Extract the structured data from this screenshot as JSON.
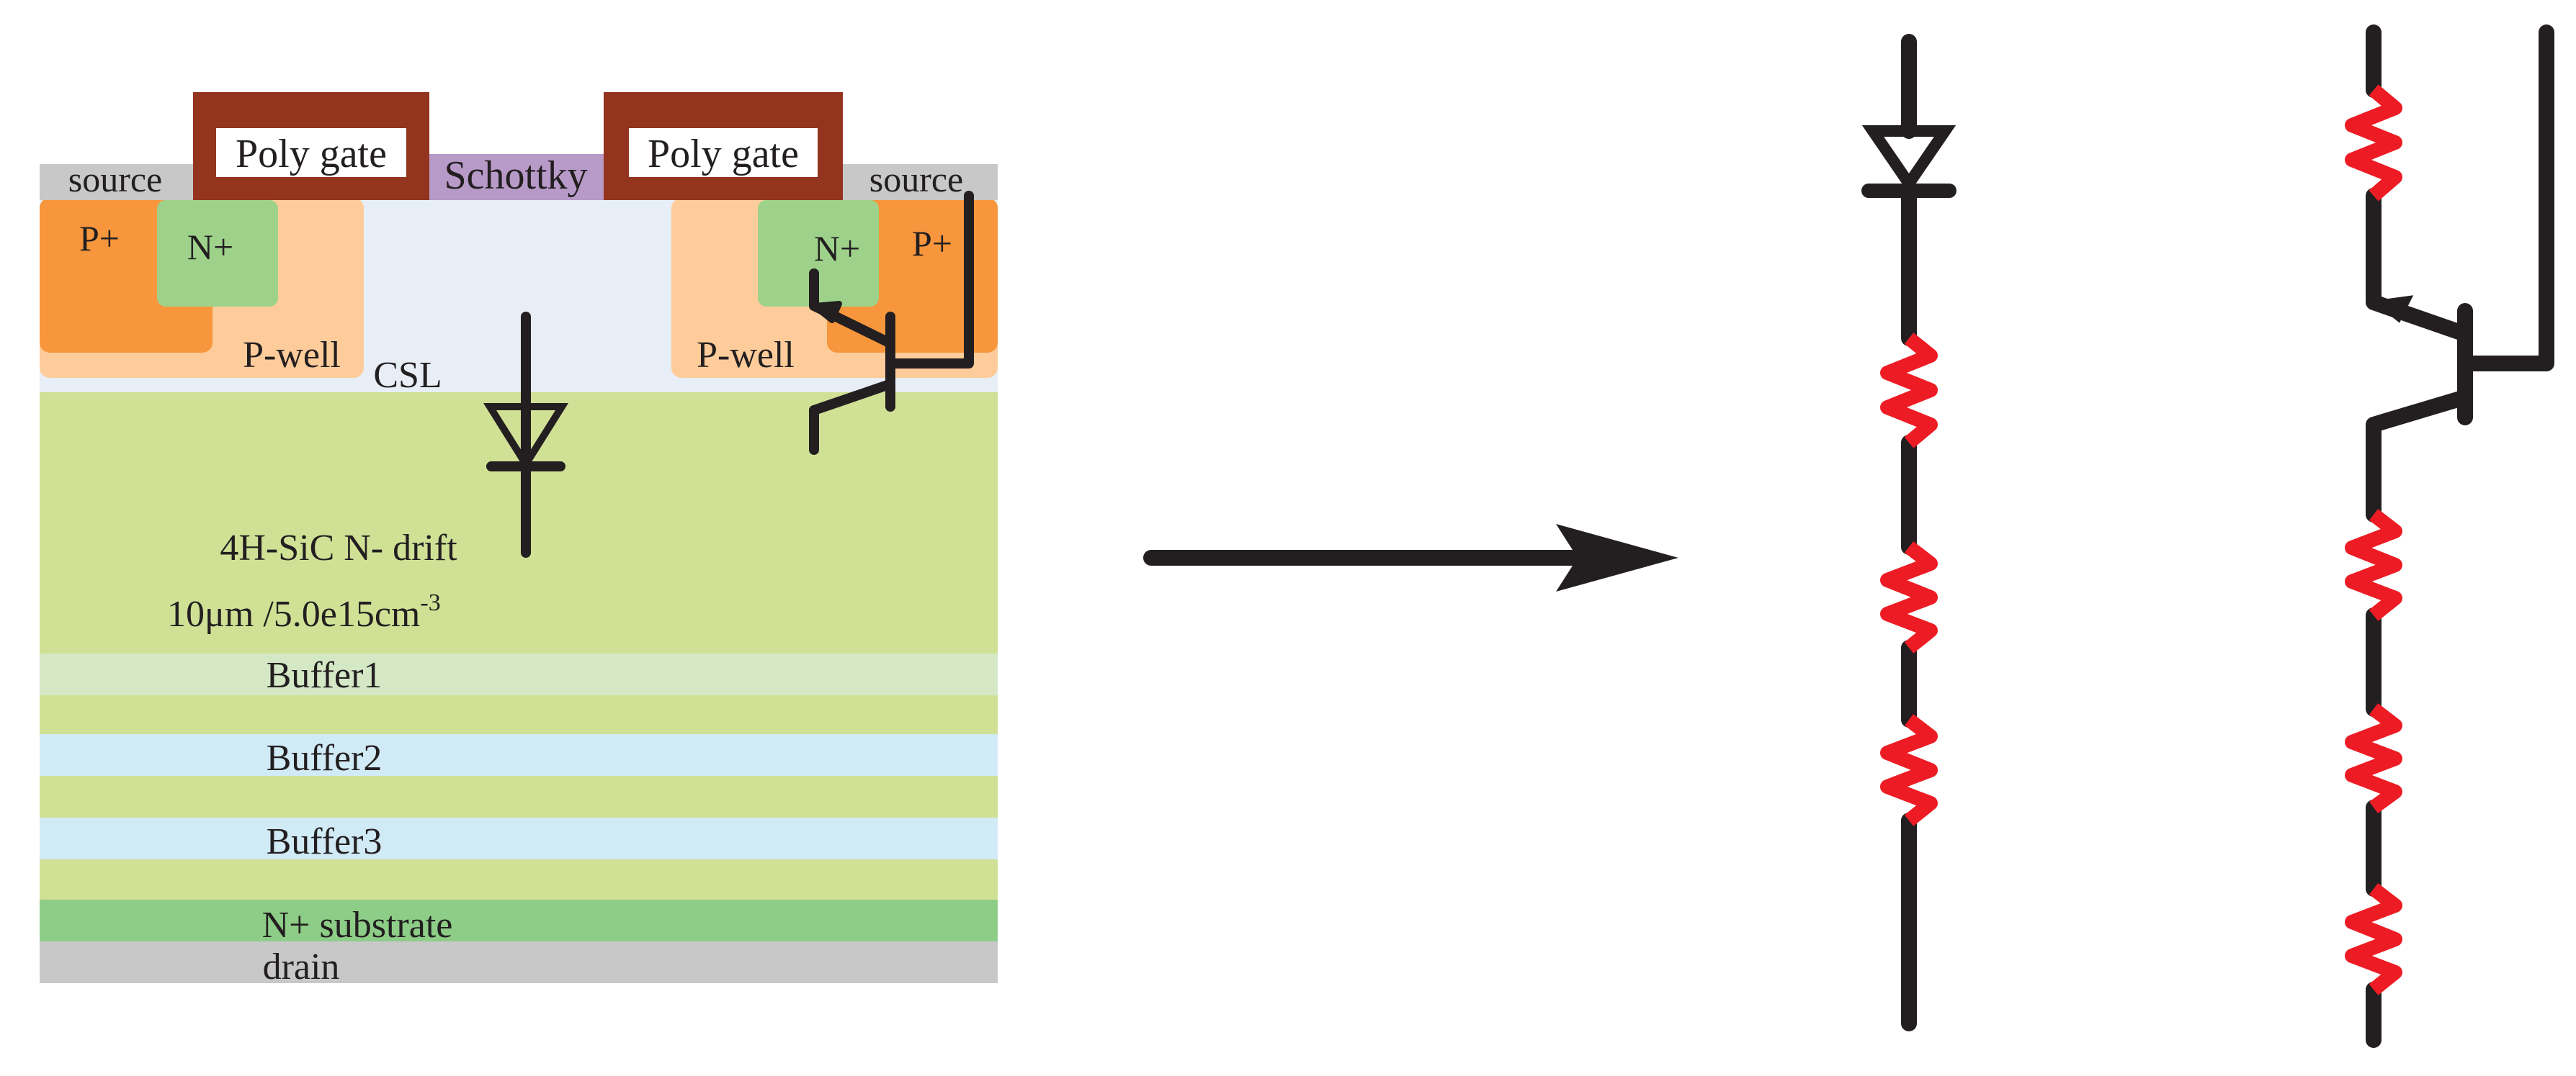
{
  "device": {
    "poly_gate_left": "Poly gate",
    "poly_gate_right": "Poly gate",
    "schottky": "Schottky",
    "source_left": "source",
    "source_right": "source",
    "p_plus_left": "P+",
    "n_plus_left": "N+",
    "n_plus_right": "N+",
    "p_plus_right": "P+",
    "p_well_left": "P-well",
    "p_well_right": "P-well",
    "csl": "CSL",
    "drift_label": "4H-SiC N- drift",
    "drift_spec_main": "10μm /5.0e15cm",
    "drift_spec_exp": "-3",
    "buffer1": "Buffer1",
    "buffer2": "Buffer2",
    "buffer3": "Buffer3",
    "substrate": "N+ substrate",
    "drain": "drain"
  },
  "colors": {
    "poly_gate": "#93341f",
    "metal": "#c8c8c8",
    "schottky": "#b89ac9",
    "p_plus": "#f7963c",
    "p_well": "#fdcc9a",
    "n_plus": "#9ed28a",
    "csl": "#e8eef6",
    "drift": "#d0e196",
    "buffer1": "#d4e8c6",
    "buffer_blue": "#d0eaf6",
    "substrate": "#8dcd87",
    "wire": "#231f20",
    "resistor": "#ed1c24"
  },
  "icons": {
    "diode_symbol": "diode-icon",
    "bjt_symbol": "npn-transistor-icon",
    "resistor_symbol": "resistor-icon",
    "transform_arrow": "arrow-right-icon"
  }
}
